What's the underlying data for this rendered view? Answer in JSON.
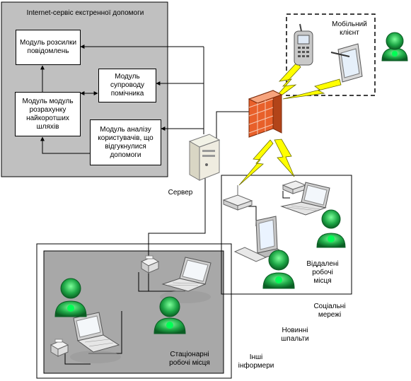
{
  "internet_service": {
    "title": "Internet-сервіс екстренної допомоги",
    "modules": {
      "mailing": "Модуль розсилки повідомлень",
      "escort": "Модуль супроводу помічника",
      "routing": "Модуль модуль розрахунку найкоротших шляхів",
      "analysis": "Модуль аналізу користувачів, що відгукнулися допомоги"
    }
  },
  "labels": {
    "server": "Сервер",
    "mobile_client": "Мобільний клієнт",
    "remote_workplaces": "Віддалені робочі місця",
    "stationary_workplaces": "Стаціонарні робочі місця",
    "social_networks": "Соціальні мережі",
    "news_feeds": "Новинні шпальти",
    "other_informers": "Інші інформери"
  },
  "colors": {
    "panel_gray": "#c0c0c0",
    "panel_dark": "#a8a8a8",
    "lightning": "#ffff00",
    "firewall": "#e8602a",
    "user_green": "#22b24c"
  }
}
